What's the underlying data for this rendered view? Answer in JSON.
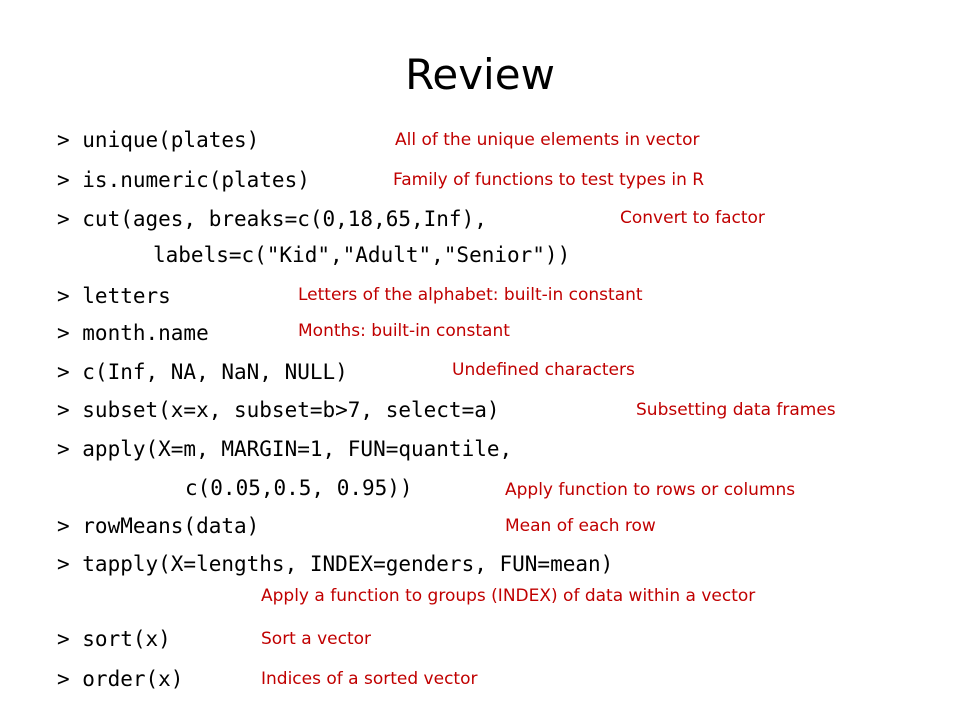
{
  "slide": {
    "title": "Review",
    "code_lines": [
      "> unique(plates)",
      "> is.numeric(plates)",
      "> cut(ages, breaks=c(0,18,65,Inf),",
      "labels=c(\"Kid\",\"Adult\",\"Senior\"))",
      "> letters",
      "> month.name",
      "> c(Inf, NA, NaN, NULL)",
      "> subset(x=x, subset=b>7, select=a)",
      "> apply(X=m, MARGIN=1, FUN=quantile,",
      "c(0.05,0.5, 0.95))",
      "> rowMeans(data)",
      "> tapply(X=lengths, INDEX=genders, FUN=mean)",
      "> sort(x)",
      "> order(x)"
    ],
    "annotations": [
      "All of the unique elements in vector",
      "Family of functions to test types in R",
      "Convert to factor",
      "Letters of the alphabet: built-in constant",
      "Months: built-in constant",
      "Undefined characters",
      "Subsetting data frames",
      "Apply function to rows or columns",
      "Mean of each row",
      "Apply a function to groups (INDEX) of data within a vector",
      "Sort a vector",
      "Indices of a sorted vector"
    ],
    "colors": {
      "annotation": "#c00000",
      "code": "#000000"
    }
  }
}
